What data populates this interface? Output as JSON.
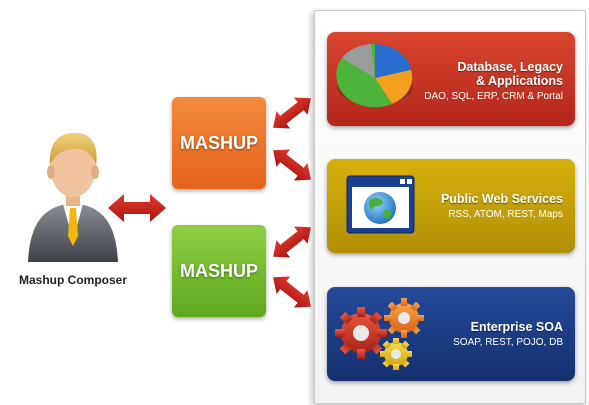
{
  "composer": {
    "label": "Mashup Composer"
  },
  "mashups": [
    {
      "label": "MASHUP",
      "color": "#EF7A2E"
    },
    {
      "label": "MASHUP",
      "color": "#7CC236"
    }
  ],
  "sources": [
    {
      "title_line1": "Database, Legacy",
      "title_line2": "& Applications",
      "subtitle": "DAO, SQL, ERP, CRM & Portal",
      "color": "#C8331F",
      "icon": "pie-chart-icon"
    },
    {
      "title_line1": "Public Web Services",
      "subtitle": "RSS, ATOM, REST, Maps",
      "color": "#C9A40B",
      "icon": "globe-window-icon"
    },
    {
      "title_line1": "Enterprise SOA",
      "subtitle": "SOAP, REST, POJO, DB",
      "color": "#1E3E86",
      "icon": "gears-icon"
    }
  ],
  "arrow_color": "#C81E1E"
}
